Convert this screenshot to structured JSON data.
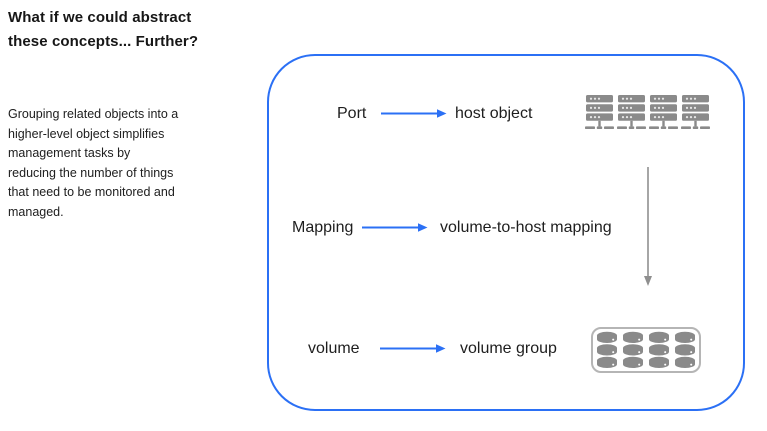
{
  "left_column": {
    "heading_lines": [
      "What if we could abstract",
      "these concepts... Further?"
    ],
    "paragraph_lines": [
      "Grouping related objects into a",
      "higher-level object simplifies",
      "management tasks by",
      "reducing the number of things",
      "that need to be monitored and",
      "managed."
    ]
  },
  "diagram": {
    "rows": [
      {
        "concept": "Port",
        "maps_to": "host object"
      },
      {
        "concept": "Mapping",
        "maps_to": "volume-to-host mapping"
      },
      {
        "concept": "volume",
        "maps_to": "volume group"
      }
    ],
    "icons": {
      "hosts": "server-rack-icon (x4)",
      "volume_group": "database-stack-icon (x4) inside rounded outline",
      "relation": "arrow-right-icon",
      "flow": "arrow-down-icon"
    },
    "colors": {
      "accent_blue": "#2b70f5",
      "icon_gray": "#8a8a8a",
      "flow_arrow_gray": "#8f8f8f",
      "outline_gray": "#b5b5b5",
      "text": "#1f1f1f"
    }
  }
}
